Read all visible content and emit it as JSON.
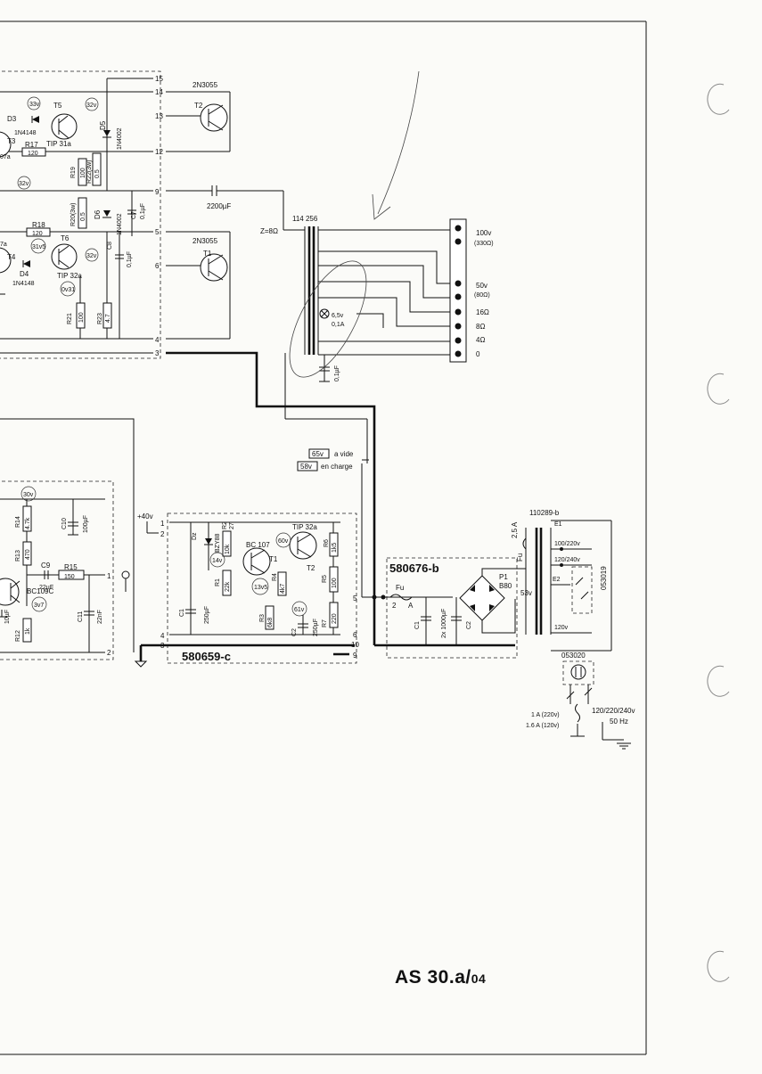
{
  "drawing": {
    "reference_main": "AS 30.a/",
    "reference_suffix": "04"
  },
  "power_amp": {
    "transistors": [
      {
        "ref": "T5",
        "type": "TIP 31a"
      },
      {
        "ref": "T3",
        "type": ""
      },
      {
        "ref": "T6",
        "type": "TIP 32a"
      },
      {
        "ref": "T4",
        "type": ""
      },
      {
        "ref": "T2",
        "type": "2N3055"
      },
      {
        "ref": "T1",
        "type": "2N3055"
      }
    ],
    "partial_labels": {
      "t3_suffix": "07a",
      "t4_suffix": "7a"
    },
    "diodes": [
      {
        "ref": "D3",
        "type": "1N4148"
      },
      {
        "ref": "D4",
        "type": "1N4148"
      },
      {
        "ref": "D5",
        "type": "1N4002"
      },
      {
        "ref": "D6",
        "type": "1N4002"
      }
    ],
    "resistors": [
      {
        "ref": "R17",
        "value": "120"
      },
      {
        "ref": "R18",
        "value": "120"
      },
      {
        "ref": "R19",
        "value": "100"
      },
      {
        "ref": "R22(3w)",
        "value": "0.5"
      },
      {
        "ref": "R20(3w)",
        "value": "0.5"
      },
      {
        "ref": "R21",
        "value": "100"
      },
      {
        "ref": "R23",
        "value": "4.7"
      }
    ],
    "capacitors": [
      {
        "ref": "C7",
        "value": "0,1µF"
      },
      {
        "ref": "C8",
        "value": "0,1µF"
      },
      {
        "ref": "",
        "value": "2200µF"
      }
    ],
    "voltages": [
      "33v",
      "32v",
      "32v",
      "31v5",
      "32v",
      "0v31"
    ],
    "connector_pins": [
      "15",
      "14",
      "13",
      "12",
      "9",
      "5",
      "6",
      "4",
      "3"
    ],
    "impedance": "Z=8Ω"
  },
  "output_transformer": {
    "ref": "114 256",
    "taps": [
      {
        "label": "100v",
        "sub": "(330Ω)"
      },
      {
        "label": "50v",
        "sub": "(80Ω)"
      },
      {
        "label": "16Ω",
        "sub": ""
      },
      {
        "label": "8Ω",
        "sub": ""
      },
      {
        "label": "4Ω",
        "sub": ""
      },
      {
        "label": "0",
        "sub": ""
      }
    ],
    "lamp": {
      "voltage": "6,5v",
      "current": "0,1A"
    },
    "capacitor": "0,1µF"
  },
  "supply_notes": {
    "no_load_value": "65v",
    "no_load_label": "a vide",
    "load_value": "58v",
    "load_label": "en charge"
  },
  "preamp": {
    "resistors": [
      {
        "ref": "R14",
        "value": "4.7k"
      },
      {
        "ref": "R13",
        "value": "470"
      },
      {
        "ref": "R15",
        "value": "150"
      },
      {
        "ref": "R12",
        "value": "1k"
      }
    ],
    "capacitors": [
      {
        "ref": "C10",
        "value": "100µF"
      },
      {
        "ref": "C9",
        "value": "22µF"
      },
      {
        "ref": "C11",
        "value": "22nF"
      },
      {
        "ref": "",
        "value": "10µF"
      }
    ],
    "transistor": "BC109C",
    "voltages": [
      "30v",
      "3v7"
    ],
    "pins": [
      "1",
      "2"
    ]
  },
  "regulator_board": {
    "ref": "580659-c",
    "supply_label": "+40v",
    "zener": {
      "ref": "Dz",
      "type": "BZY88"
    },
    "transistors": [
      {
        "ref": "T1",
        "type": "BC 107"
      },
      {
        "ref": "T2",
        "type": "TIP 32a"
      }
    ],
    "resistors": [
      {
        "ref": "R2",
        "value": "10k"
      },
      {
        "ref": "R1",
        "value": "22k"
      },
      {
        "ref": "R4",
        "value": "4k7"
      },
      {
        "ref": "R3",
        "value": "6k8"
      },
      {
        "ref": "R6",
        "value": "1k5"
      },
      {
        "ref": "R5",
        "value": "100"
      },
      {
        "ref": "R7",
        "value": "220"
      }
    ],
    "r2_suffix": "27",
    "capacitors": [
      {
        "ref": "C1",
        "value": "250µF"
      },
      {
        "ref": "C2",
        "value": "250µF"
      }
    ],
    "voltages": [
      "14v",
      "60v",
      "13v5",
      "61v"
    ],
    "pins_left": [
      "1",
      "2",
      "4",
      "3"
    ],
    "pins_right": [
      "5",
      "6",
      "10",
      "9"
    ]
  },
  "rectifier_board": {
    "ref": "580676-b",
    "fuse": {
      "ref": "Fu",
      "value": "2",
      "unit": "A"
    },
    "bridge": {
      "ref": "P1",
      "type": "B80"
    },
    "capacitors": {
      "c1": "C1",
      "c2": "C2",
      "value": "2x 1000µF"
    }
  },
  "mains_transformer": {
    "ref": "110289-b",
    "fuse": {
      "ref": "Fu",
      "value": "2,5 A"
    },
    "secondary_voltage": "53v",
    "taps": [
      "E1",
      "100/220v",
      "120/240v",
      "E2",
      "120v"
    ],
    "selector_ref": "053019",
    "switch_ref": "053020",
    "mains_label": "120/220/240v",
    "mains_freq": "50 Hz",
    "fuse_ratings": [
      "1 A (220v)",
      "1.6 A (120v)"
    ]
  }
}
